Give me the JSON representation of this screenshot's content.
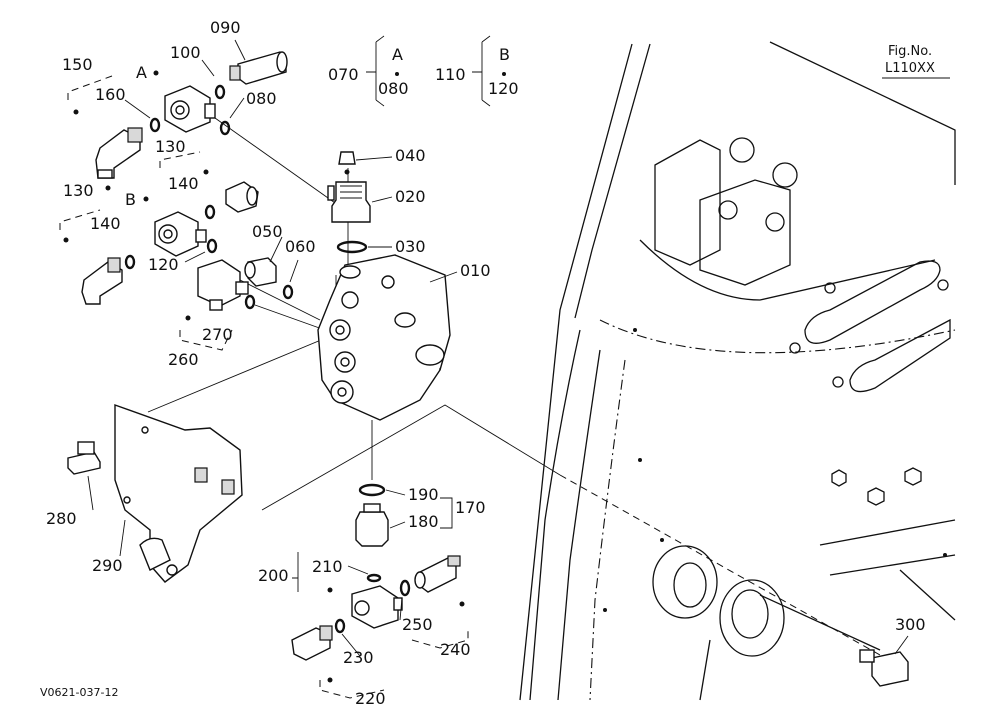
{
  "figure": {
    "fig_no_label": "Fig.No.",
    "fig_no_value": "L110XX",
    "code": "V0621-037-12"
  },
  "groups": {
    "A": {
      "letter": "A",
      "set_ref": "070",
      "parts": [
        "080"
      ]
    },
    "B": {
      "letter": "B",
      "set_ref": "110",
      "parts": [
        "120"
      ]
    }
  },
  "callouts": [
    "010",
    "020",
    "030",
    "040",
    "050",
    "060",
    "070",
    "080",
    "090",
    "100",
    "110",
    "120",
    "130",
    "140",
    "150",
    "160",
    "170",
    "180",
    "190",
    "200",
    "210",
    "220",
    "230",
    "240",
    "250",
    "260",
    "270",
    "280",
    "290",
    "300"
  ],
  "labels": {
    "p010": "010",
    "p020": "020",
    "p030": "030",
    "p040": "040",
    "p050": "050",
    "p060": "060",
    "p070": "070",
    "p080": "080",
    "p080b": "080",
    "p090": "090",
    "p100": "100",
    "p110": "110",
    "p120": "120",
    "p120b": "120",
    "p130": "130",
    "p130b": "130",
    "p140": "140",
    "p140b": "140",
    "p150": "150",
    "p160": "160",
    "p170": "170",
    "p180": "180",
    "p190": "190",
    "p200": "200",
    "p210": "210",
    "p220": "220",
    "p230": "230",
    "p240": "240",
    "p250": "250",
    "p260": "260",
    "p270": "270",
    "p280": "280",
    "p290": "290",
    "p300": "300",
    "letterA": "A",
    "letterB": "B",
    "letterA2": "A",
    "letterB2": "B"
  }
}
